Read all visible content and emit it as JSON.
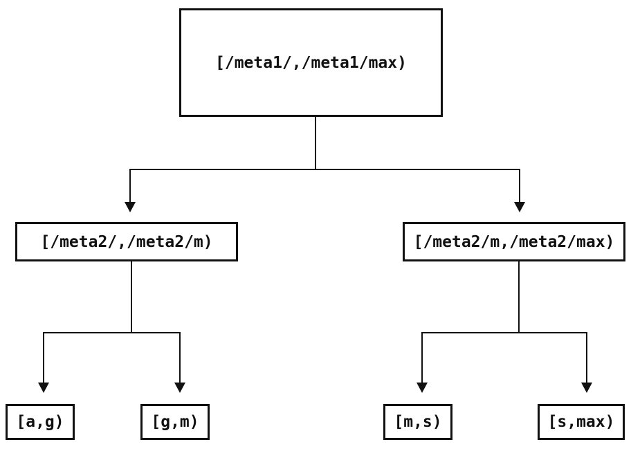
{
  "diagram": {
    "type": "tree",
    "colors": {
      "background": "#ffffff",
      "line": "#111111",
      "text": "#111111"
    },
    "nodes": {
      "root": {
        "label": "[/meta1/,/meta1/max)"
      },
      "mid_left": {
        "label": "[/meta2/,/meta2/m)"
      },
      "mid_right": {
        "label": "[/meta2/m,/meta2/max)"
      },
      "leaf_ag": {
        "label": "[a,g)"
      },
      "leaf_gm": {
        "label": "[g,m)"
      },
      "leaf_ms": {
        "label": "[m,s)"
      },
      "leaf_smax": {
        "label": "[s,max)"
      }
    },
    "edges": [
      {
        "from": "root",
        "to": "mid_left"
      },
      {
        "from": "root",
        "to": "mid_right"
      },
      {
        "from": "mid_left",
        "to": "leaf_ag"
      },
      {
        "from": "mid_left",
        "to": "leaf_gm"
      },
      {
        "from": "mid_right",
        "to": "leaf_ms"
      },
      {
        "from": "mid_right",
        "to": "leaf_smax"
      }
    ]
  }
}
